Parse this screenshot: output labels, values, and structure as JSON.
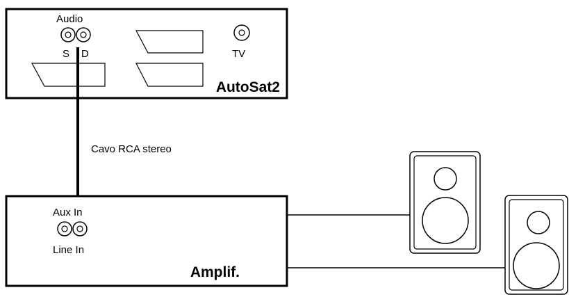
{
  "decoder": {
    "name": "AutoSat2",
    "audio_label": "Audio",
    "left_label": "S",
    "right_label": "D",
    "tv_label": "TV"
  },
  "cable": {
    "label": "Cavo RCA stereo"
  },
  "amplifier": {
    "name": "Amplif.",
    "aux_label": "Aux In",
    "line_label": "Line In"
  }
}
